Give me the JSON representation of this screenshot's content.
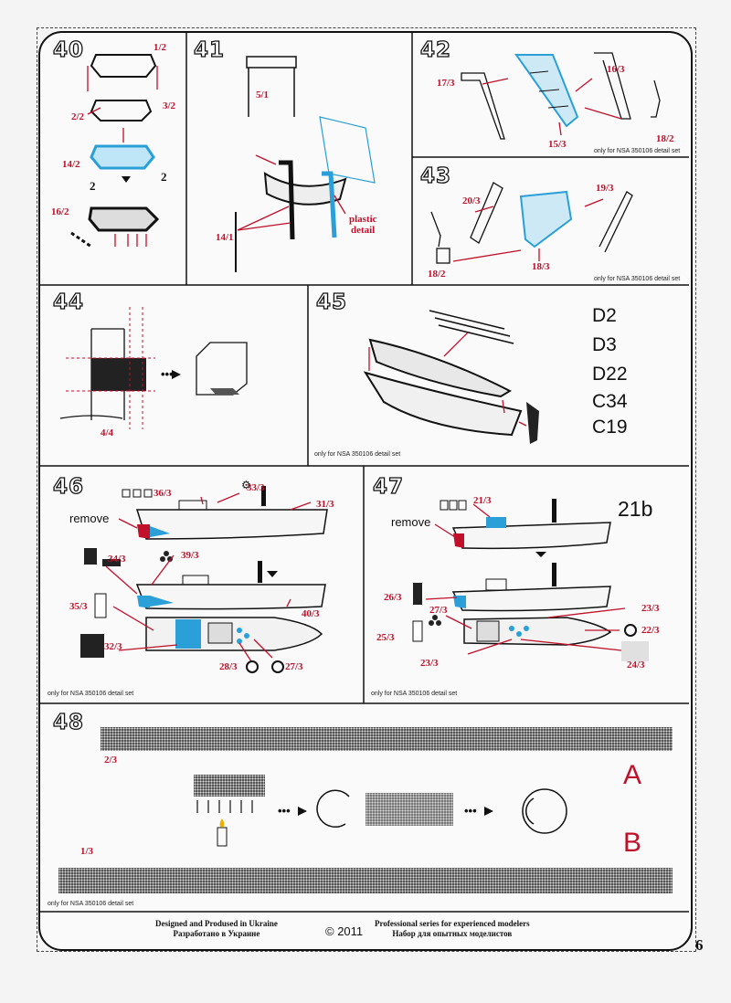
{
  "steps": {
    "s40": {
      "num": "40",
      "labels": [
        "1/2",
        "2/2",
        "3/2",
        "14/2",
        "2",
        "2",
        "16/2"
      ]
    },
    "s41": {
      "num": "41",
      "labels": [
        "5/1",
        "14/1",
        "plastic",
        "detail"
      ]
    },
    "s42": {
      "num": "42",
      "labels": [
        "17/3",
        "16/3",
        "15/3",
        "18/2"
      ],
      "note": "only for NSA 350106 detail set"
    },
    "s43": {
      "num": "43",
      "labels": [
        "20/3",
        "19/3",
        "18/3",
        "18/2"
      ],
      "note": "only for NSA 350106 detail set"
    },
    "s44": {
      "num": "44",
      "labels": [
        "4/4"
      ]
    },
    "s45": {
      "num": "45",
      "codes": [
        "D2",
        "D3",
        "D22",
        "C34",
        "C19"
      ],
      "note": "only for NSA 350106 detail set"
    },
    "s46": {
      "num": "46",
      "remove": "remove",
      "labels": [
        "36/3",
        "33/3",
        "31/3",
        "34/3",
        "39/3",
        "35/3",
        "40/3",
        "32/3",
        "28/3",
        "27/3"
      ],
      "note": "only for NSA 350106 detail set"
    },
    "s47": {
      "num": "47",
      "remove": "remove",
      "code": "21b",
      "labels": [
        "21/3",
        "26/3",
        "27/3",
        "23/3",
        "25/3",
        "22/3",
        "23/3",
        "24/3"
      ],
      "note": "only for NSA 350106 detail set"
    },
    "s48": {
      "num": "48",
      "labels": [
        "2/3",
        "1/3"
      ],
      "big_a": "A",
      "big_b": "B",
      "note": "only for NSA 350106 detail set"
    }
  },
  "footer": {
    "left_line1": "Designed and Produsеd in Ukraine",
    "left_line2": "Разработано в Украине",
    "copyright": "© 2011",
    "right_line1": "Professional series for experienced modelers",
    "right_line2": "Набор для опытных моделистов",
    "page_number": "6"
  },
  "colors": {
    "red": "#c0102a",
    "blue": "#2a9fd8",
    "ink": "#111111"
  }
}
